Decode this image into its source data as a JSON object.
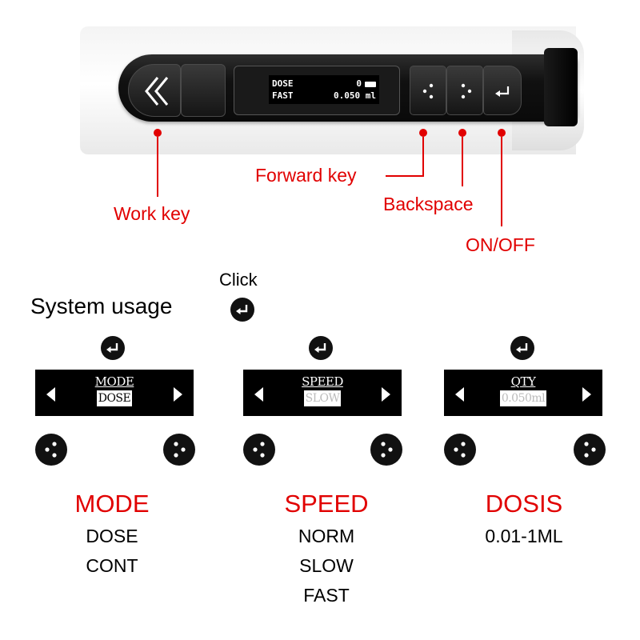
{
  "device": {
    "screen": {
      "line1_left": "DOSE",
      "line1_right": "0",
      "line2_left": "FAST",
      "line2_right": "0.050 ml"
    },
    "battery_icon": "battery-icon",
    "work_key_icon": "double-chevron-left-icon",
    "forward_key_icon": "three-dots-icon",
    "backspace_key_icon": "three-dots-icon",
    "onoff_key_icon": "enter-arrow-icon"
  },
  "callouts": {
    "work_key": "Work key",
    "forward_key": "Forward key",
    "backspace": "Backspace",
    "on_off": "ON/OFF"
  },
  "usage": {
    "title": "System usage",
    "click_label": "Click",
    "panels": [
      {
        "screen_title": "MODE",
        "screen_value": "DOSE",
        "category": "MODE",
        "options": [
          "DOSE",
          "CONT"
        ]
      },
      {
        "screen_title": "SPEED",
        "screen_value": "SLOW",
        "category": "SPEED",
        "options": [
          "NORM",
          "SLOW",
          "FAST"
        ]
      },
      {
        "screen_title": "QTY",
        "screen_value": "0.050ml",
        "category": "DOSIS",
        "options": [
          "0.01-1ML"
        ]
      }
    ]
  },
  "colors": {
    "accent_red": "#e10000",
    "panel_black": "#111111"
  }
}
